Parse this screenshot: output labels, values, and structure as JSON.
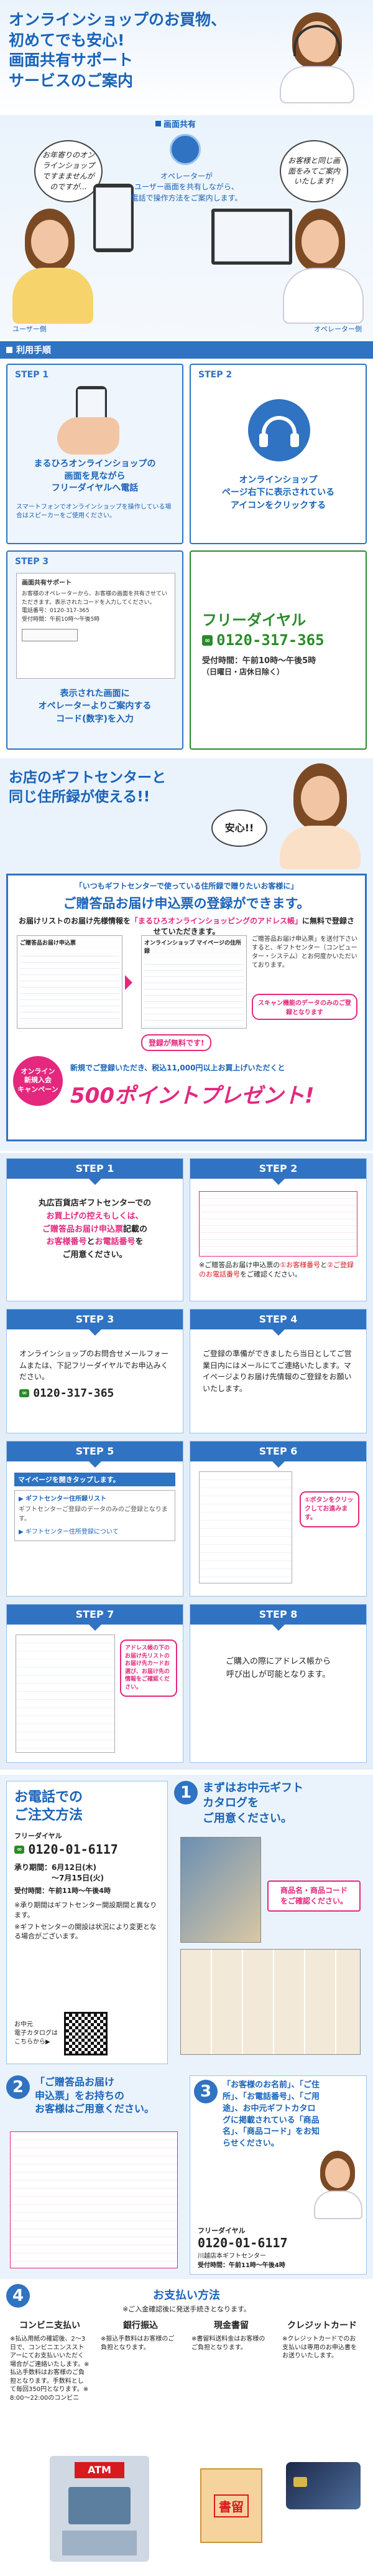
{
  "hero": {
    "line1": "オンラインショップのお買物、",
    "line2": "初めてでも安心!",
    "line3": "画面共有サポート",
    "line4": "サービスのご案内"
  },
  "screen_share": {
    "label": "画面共有",
    "bubble_user": "お年寄りのオンラインショップですまませんがのですが...",
    "bubble_operator": "お客様と同じ画面をみてご案内いたします!",
    "operator_desc": "オペレーターが\nユーザー画面を共有しながら、\n電話で操作方法をご案内します。",
    "user_label": "ユーザー側",
    "operator_label": "オペレーター側"
  },
  "usage": {
    "bar_label": "利用手順",
    "step1": {
      "label": "STEP 1",
      "title": "まるひろオンラインショップの\n画面を見ながら\nフリーダイヤルへ電話",
      "note": "スマートフォンでオンラインショップを操作している場合はスピーカーをご使用ください。"
    },
    "step2": {
      "label": "STEP 2",
      "title": "オンラインショップ\nページ右下に表示されている\nアイコンをクリックする"
    },
    "step3": {
      "label": "STEP 3",
      "title": "表示された画面に\nオペレーターよりご案内する\nコード(数字)を入力",
      "screen_title": "画面共有サポート",
      "screen_text": "お客様のオペレーターから、お客様の画面を共有させていただきます。表示されたコードを入力してください。",
      "screen_tel": "電話番号：0120-317-365",
      "screen_hours": "受付時間：午前10時〜午後5時"
    },
    "freedial": {
      "title": "フリーダイヤル",
      "number": "0120-317-365",
      "hours": "受付時間：午前10時〜午後5時",
      "closed": "（日曜日・店休日除く）"
    }
  },
  "gift": {
    "headline1": "お店のギフトセンターと",
    "headline2": "同じ住所録が使える!!",
    "relief": "安心!!",
    "banner_q": "「いつもギフトセンターで使っている住所録で贈りたいお客様に」",
    "banner_title": "ご贈答品お届け申込票の登録ができます。",
    "banner_desc1": "お届けリストのお届け先様情報を",
    "banner_desc_em": "「まるひろオンラインショッピングのアドレス帳」",
    "banner_desc2": "に無料で登録させていただきます。",
    "sample_left_label": "ご贈答品お届け申込票",
    "sample_right_label": "オンラインショップ マイページの住所録",
    "right_note": "ご贈答品お届け申込票」を送付下さいすると、ギフトセンター（コンピューター・システム）とお何度かいただいております。",
    "scan_note": "スキャン機能のデータのみのご登録となります",
    "free_bubble": "登録が無料です!",
    "campaign": "オンライン\n新規入会\nキャンペーン",
    "campaign_desc": "新規でご登録いただき、税込11,000円以上お買上げいただくと",
    "points": "500ポイントプレゼント!"
  },
  "gift_steps": [
    {
      "label": "STEP 1",
      "t1": "丸広百貨店ギフトセンターでの",
      "t2": "お買上げの控えもしくは、",
      "t3": "ご贈答品お届け申込票",
      "t4": "記載の",
      "t5": "お客様番号",
      "t6": "と",
      "t7": "お電話番号",
      "t8": "を",
      "t9": "ご用意ください。"
    },
    {
      "label": "STEP 2",
      "note1": "※ご贈答品お届け申込票の",
      "note_em1": "①お客様番号",
      "note2": "と",
      "note_em2": "②ご登録のお電話番号",
      "note3": "をご確認ください。"
    },
    {
      "label": "STEP 3",
      "text": "オンラインショップのお問合せメールフォームまたは、下記フリーダイヤルでお申込みください。",
      "tel": "0120-317-365"
    },
    {
      "label": "STEP 4",
      "text": "ご登録の準備ができましたら当日としてご営業日内にはメールにてご連絡いたします。マイページよりお届け先情報のご登録をお願いいたします。"
    },
    {
      "label": "STEP 5",
      "text": "マイページを開きタップします。",
      "item1": "ギフトセンター住所録リスト",
      "item1_sub": "ギフトセンターご登録のデータのみのご登録となります。",
      "item2": "ギフトセンター住所登録について"
    },
    {
      "label": "STEP 6",
      "callout": "①ボタンをクリックしてお進みます。"
    },
    {
      "label": "STEP 7",
      "callout": "アドレス帳の下のお届け先リストのお届け先カードお選び、お届け先の情報をご確認ください。"
    },
    {
      "label": "STEP 8",
      "text": "ご購入の際にアドレス帳から\n呼び出しが可能となります。"
    }
  ],
  "phone_order": {
    "title": "お電話での\nご注文方法",
    "fd_label": "フリーダイヤル",
    "number": "0120-01-6117",
    "period_label": "承り期間：",
    "period": "6月12日(木)\n〜7月15日(火)",
    "hours": "受付時間：午前11時〜午後4時",
    "note1": "※承り期間はギフトセンター開設期間と異なります。",
    "note2": "※ギフトセンターの開設は状況により変更となる場合がございます。",
    "qr_text": "お中元\n電子カタログは\nこちらから▶"
  },
  "steps_order": {
    "s1_title": "まずはお中元ギフト\nカタログを\nご用意ください。",
    "s1_badge": "商品名・商品コード\nをご確認ください。",
    "s2_title": "「ご贈答品お届け\n申込票」をお持ちの\nお客様はご用意ください。",
    "s3_title": "「お客様のお名前」、「ご住所」、「お電話番号」、「ご用途」、お中元ギフトカタログに掲載されている「商品名」、「商品コード」をお知らせください。",
    "s3_fd": "フリーダイヤル",
    "s3_number": "0120-01-6117",
    "s3_hours": "受付時間：午前11時〜午後4時",
    "s3_desk": "川越店本ギフトセンター",
    "s4_title": "お支払い方法",
    "s4_note": "※ご入金確認後に発送手続きとなります。"
  },
  "payments": [
    {
      "name": "コンビニ支払い",
      "text": "※払込用紙の確認後、2〜3日で、コンビニエンスストアーにてお支払いいただく場合がご連絡いたします。※払込手数料はお客様のご負担となります。手数料として毎回350円となります。※ 8:00〜22:00のコンビニ"
    },
    {
      "name": "銀行振込",
      "text": "※振込手数料はお客様のご負担となります。"
    },
    {
      "name": "現金書留",
      "text": "※書留料送料金はお客様のご負担となります。",
      "envelope": "書留"
    },
    {
      "name": "クレジットカード",
      "text": "※クレジットカードでのお支払いは専用のお申込書をお送りいたします。"
    }
  ],
  "colors": {
    "blue": "#2f73c2",
    "pink": "#e4287e",
    "red": "#d71920",
    "green": "#2a8b2a"
  }
}
